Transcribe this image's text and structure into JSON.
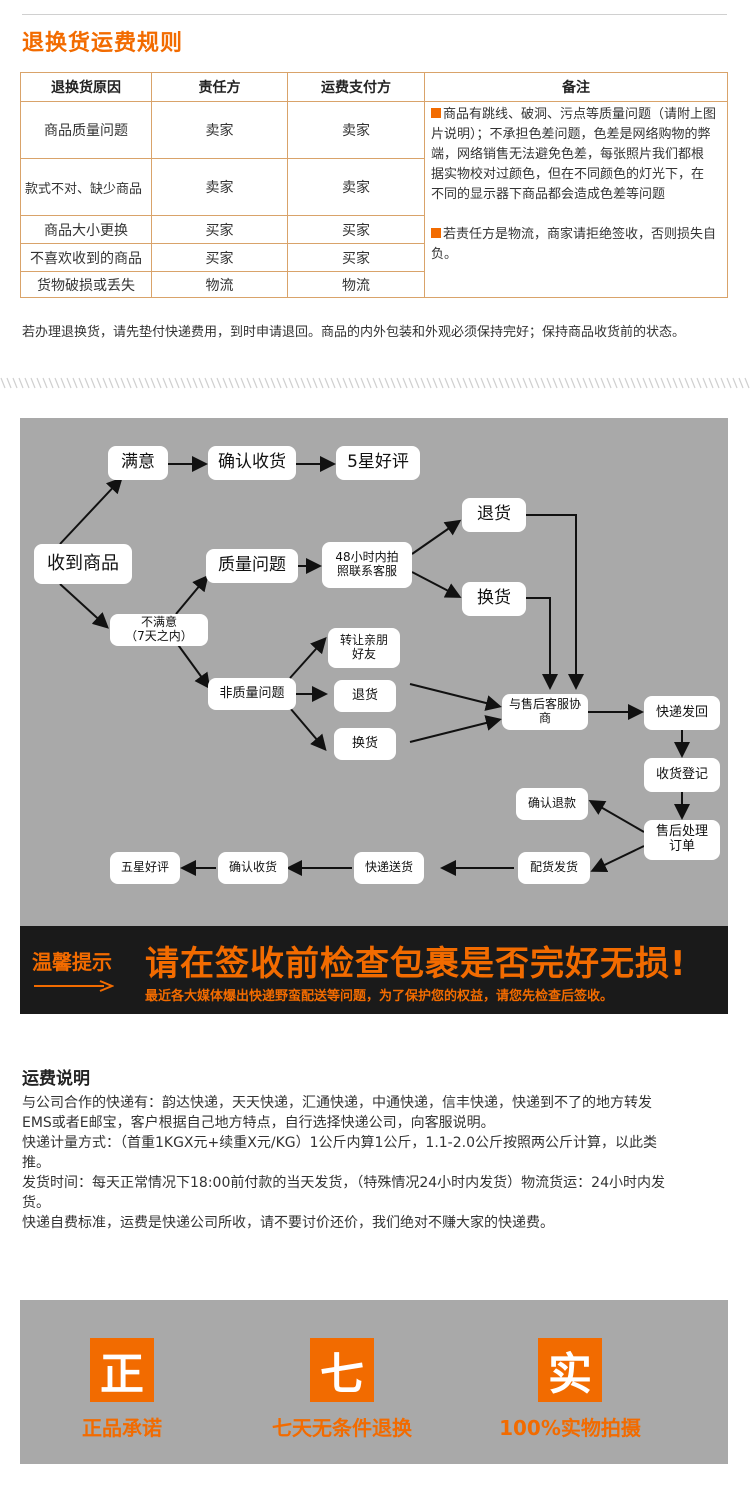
{
  "title": "退换货运费规则",
  "table": {
    "headers": [
      "退换货原因",
      "责任方",
      "运费支付方",
      "备注"
    ],
    "rows": [
      {
        "reason": "商品质量问题",
        "party": "卖家",
        "payer": "卖家"
      },
      {
        "reason": "款式不对、缺少商品",
        "party": "卖家",
        "payer": "卖家"
      },
      {
        "reason": "商品大小更换",
        "party": "买家",
        "payer": "买家"
      },
      {
        "reason": "不喜欢收到的商品",
        "party": "买家",
        "payer": "买家"
      },
      {
        "reason": "货物破损或丢失",
        "party": "物流",
        "payer": "物流"
      }
    ],
    "note1": "商品有跳线、破洞、污点等质量问题（请附上图片说明）；不承担色差问题，色差是网络购物的弊端，网络销售无法避免色差，每张照片我们都根据实物校对过颜色，但在不同颜色的灯光下，在不同的显示器下商品都会造成色差等问题",
    "note2": "若责任方是物流，商家请拒绝签收，否则损失自负。"
  },
  "notice": "若办理退换货，请先垫付快递费用，到时申请退回。商品的内外包装和外观必须保持完好；保持商品收货前的状态。",
  "flow": {
    "receive": "收到商品",
    "satisfied": "满意",
    "confirm_receipt_top": "确认收货",
    "five_star_top": "5星好评",
    "quality_issue": "质量问题",
    "contact_48h": "48小时内拍照联系客服",
    "return_top": "退货",
    "exchange_top": "换货",
    "unsatisfied": "不满意",
    "within_7_days": "（7天之内）",
    "non_quality": "非质量问题",
    "transfer_friends": "转让亲朋好友",
    "return_mid": "退货",
    "exchange_mid": "换货",
    "negotiate": "与售后客服协商",
    "ship_back": "快递发回",
    "receipt_register": "收货登记",
    "after_sale_order": "售后处理订单",
    "confirm_refund": "确认退款",
    "dispatch": "配货发货",
    "express_delivery": "快递送货",
    "confirm_receipt_bottom": "确认收货",
    "five_star_bottom": "五星好评"
  },
  "banner": {
    "tag": "温馨提示",
    "headline": "请在签收前检查包裹是否完好无损!",
    "sub": "最近各大媒体爆出快递野蛮配送等问题，为了保护您的权益，请您先检查后签收。"
  },
  "shipping": {
    "title": "运费说明",
    "lines": [
      "与公司合作的快递有：韵达快递，天天快递，汇通快递，中通快递，信丰快递，快递到不了的地方转发EMS或者E邮宝，客户根据自己地方特点，自行选择快递公司，向客服说明。",
      "快递计量方式：（首重1KGX元+续重X元/KG）1公斤内算1公斤，1.1-2.0公斤按照两公斤计算，以此类推。",
      "发货时间：每天正常情况下18:00前付款的当天发货，（特殊情况24小时内发货）物流货运：24小时内发货。",
      "快递自费标准，运费是快递公司所收，请不要讨价还价，我们绝对不赚大家的快递费。"
    ]
  },
  "promises": [
    {
      "char": "正",
      "label": "正品承诺"
    },
    {
      "char": "七",
      "label": "七天无条件退换"
    },
    {
      "char": "实",
      "label": "100%实物拍摄"
    }
  ],
  "colors": {
    "accent": "#f26b00",
    "flow_bg": "#a9a9a9",
    "banner_bg": "#1a1a1a",
    "table_border": "#d9a36a"
  }
}
